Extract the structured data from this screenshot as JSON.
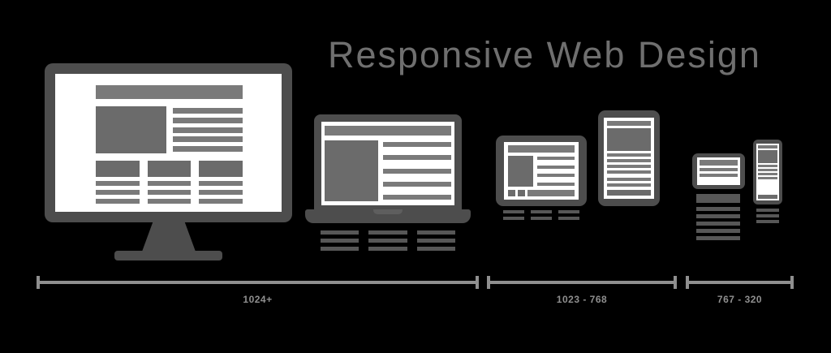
{
  "title": "Responsive Web Design",
  "rulers": [
    {
      "label": "1024+"
    },
    {
      "label": "1023 - 768"
    },
    {
      "label": "767 - 320"
    }
  ],
  "devices": [
    {
      "name": "desktop-monitor"
    },
    {
      "name": "laptop"
    },
    {
      "name": "tablet-landscape"
    },
    {
      "name": "tablet-portrait"
    },
    {
      "name": "smartphone-landscape"
    },
    {
      "name": "smartphone-portrait"
    }
  ],
  "colors": {
    "background": "#000000",
    "device_body": "#4d4d4d",
    "screen": "#ffffff",
    "content": "#7a7a7a",
    "content_dark": "#6b6b6b",
    "overflow_lines": "#575757",
    "ruler": "#8f8f8f",
    "title_text": "#6f6f6f"
  }
}
